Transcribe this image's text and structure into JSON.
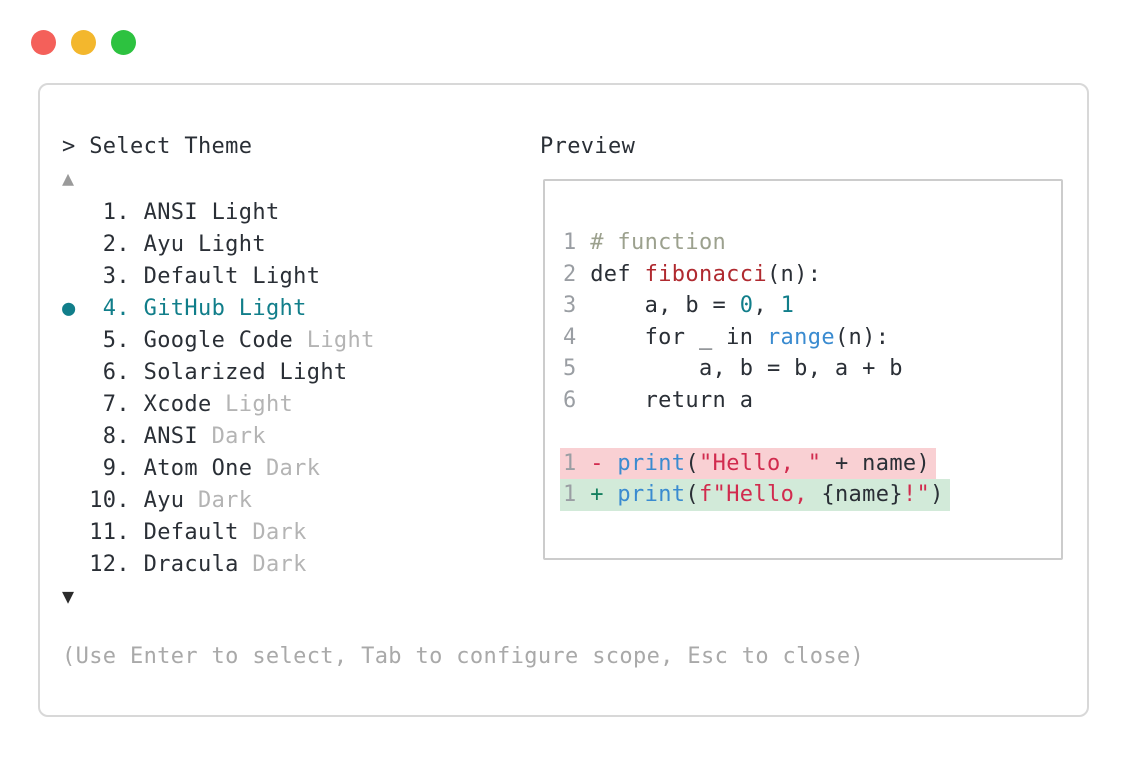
{
  "window": {
    "traffic_lights": [
      {
        "name": "close",
        "color": "#f4605a"
      },
      {
        "name": "minimize",
        "color": "#f3b72d"
      },
      {
        "name": "zoom",
        "color": "#2dc240"
      }
    ]
  },
  "dialog": {
    "prompt": "> Select Theme",
    "scroll_up": "▲",
    "scroll_down": "▼",
    "bullet": "●",
    "items": [
      {
        "num": " 1.",
        "label": "ANSI Light",
        "muted": "",
        "selected": false
      },
      {
        "num": " 2.",
        "label": "Ayu Light",
        "muted": "",
        "selected": false
      },
      {
        "num": " 3.",
        "label": "Default Light",
        "muted": "",
        "selected": false
      },
      {
        "num": " 4.",
        "label": "GitHub Light",
        "muted": "",
        "selected": true
      },
      {
        "num": " 5.",
        "label": "Google Code",
        "muted": "Light",
        "selected": false
      },
      {
        "num": " 6.",
        "label": "Solarized Light",
        "muted": "",
        "selected": false
      },
      {
        "num": " 7.",
        "label": "Xcode",
        "muted": "Light",
        "selected": false
      },
      {
        "num": " 8.",
        "label": "ANSI",
        "muted": "Dark",
        "selected": false
      },
      {
        "num": " 9.",
        "label": "Atom One",
        "muted": "Dark",
        "selected": false
      },
      {
        "num": "10.",
        "label": "Ayu",
        "muted": "Dark",
        "selected": false
      },
      {
        "num": "11.",
        "label": "Default",
        "muted": "Dark",
        "selected": false
      },
      {
        "num": "12.",
        "label": "Dracula",
        "muted": "Dark",
        "selected": false
      }
    ],
    "footer": "(Use Enter to select, Tab to configure scope, Esc to close)"
  },
  "preview": {
    "label": "Preview",
    "code_lines": [
      {
        "num": "1",
        "diff": "",
        "tokens": [
          {
            "t": "# function",
            "c": "comment"
          }
        ]
      },
      {
        "num": "2",
        "diff": "",
        "tokens": [
          {
            "t": "def ",
            "c": "plain"
          },
          {
            "t": "fibonacci",
            "c": "defname"
          },
          {
            "t": "(n):",
            "c": "plain"
          }
        ]
      },
      {
        "num": "3",
        "diff": "",
        "tokens": [
          {
            "t": "    a, b = ",
            "c": "plain"
          },
          {
            "t": "0",
            "c": "number"
          },
          {
            "t": ", ",
            "c": "plain"
          },
          {
            "t": "1",
            "c": "number"
          }
        ]
      },
      {
        "num": "4",
        "diff": "",
        "tokens": [
          {
            "t": "    for _ in ",
            "c": "plain"
          },
          {
            "t": "range",
            "c": "call"
          },
          {
            "t": "(n):",
            "c": "plain"
          }
        ]
      },
      {
        "num": "5",
        "diff": "",
        "tokens": [
          {
            "t": "        a, b = b, a + b",
            "c": "plain"
          }
        ]
      },
      {
        "num": "6",
        "diff": "",
        "tokens": [
          {
            "t": "    return a",
            "c": "plain"
          }
        ]
      },
      {
        "num": "",
        "diff": "",
        "tokens": []
      },
      {
        "num": "1",
        "diff": "del",
        "tokens": [
          {
            "t": "- ",
            "c": "delmark"
          },
          {
            "t": "print",
            "c": "call"
          },
          {
            "t": "(",
            "c": "plain"
          },
          {
            "t": "\"Hello, \"",
            "c": "string"
          },
          {
            "t": " + name)",
            "c": "plain"
          }
        ]
      },
      {
        "num": "1",
        "diff": "add",
        "tokens": [
          {
            "t": "+ ",
            "c": "addmark"
          },
          {
            "t": "print",
            "c": "call"
          },
          {
            "t": "(",
            "c": "plain"
          },
          {
            "t": "f\"Hello, ",
            "c": "string"
          },
          {
            "t": "{name}",
            "c": "plain"
          },
          {
            "t": "!\"",
            "c": "string"
          },
          {
            "t": ")",
            "c": "plain"
          }
        ]
      }
    ]
  },
  "colors": {
    "accent_teal": "#117e8a",
    "text": "#2a2f36",
    "muted": "#b4b4b4",
    "footer": "#a9a9a9",
    "line_number": "#9a9ea3",
    "comment": "#9ca18e",
    "def_name": "#b02a30",
    "number_literal": "#117e8a",
    "function_call": "#3a8bd0",
    "string": "#d12b4e",
    "del_marker": "#d12b4e",
    "add_marker": "#14805f",
    "del_bg": "#f9d0d3",
    "add_bg": "#d2ead9",
    "panel_border": "#d8d8d8",
    "preview_border": "#cccccc",
    "scroll_up": "#9a9a9a",
    "scroll_down": "#2b2b2b"
  }
}
